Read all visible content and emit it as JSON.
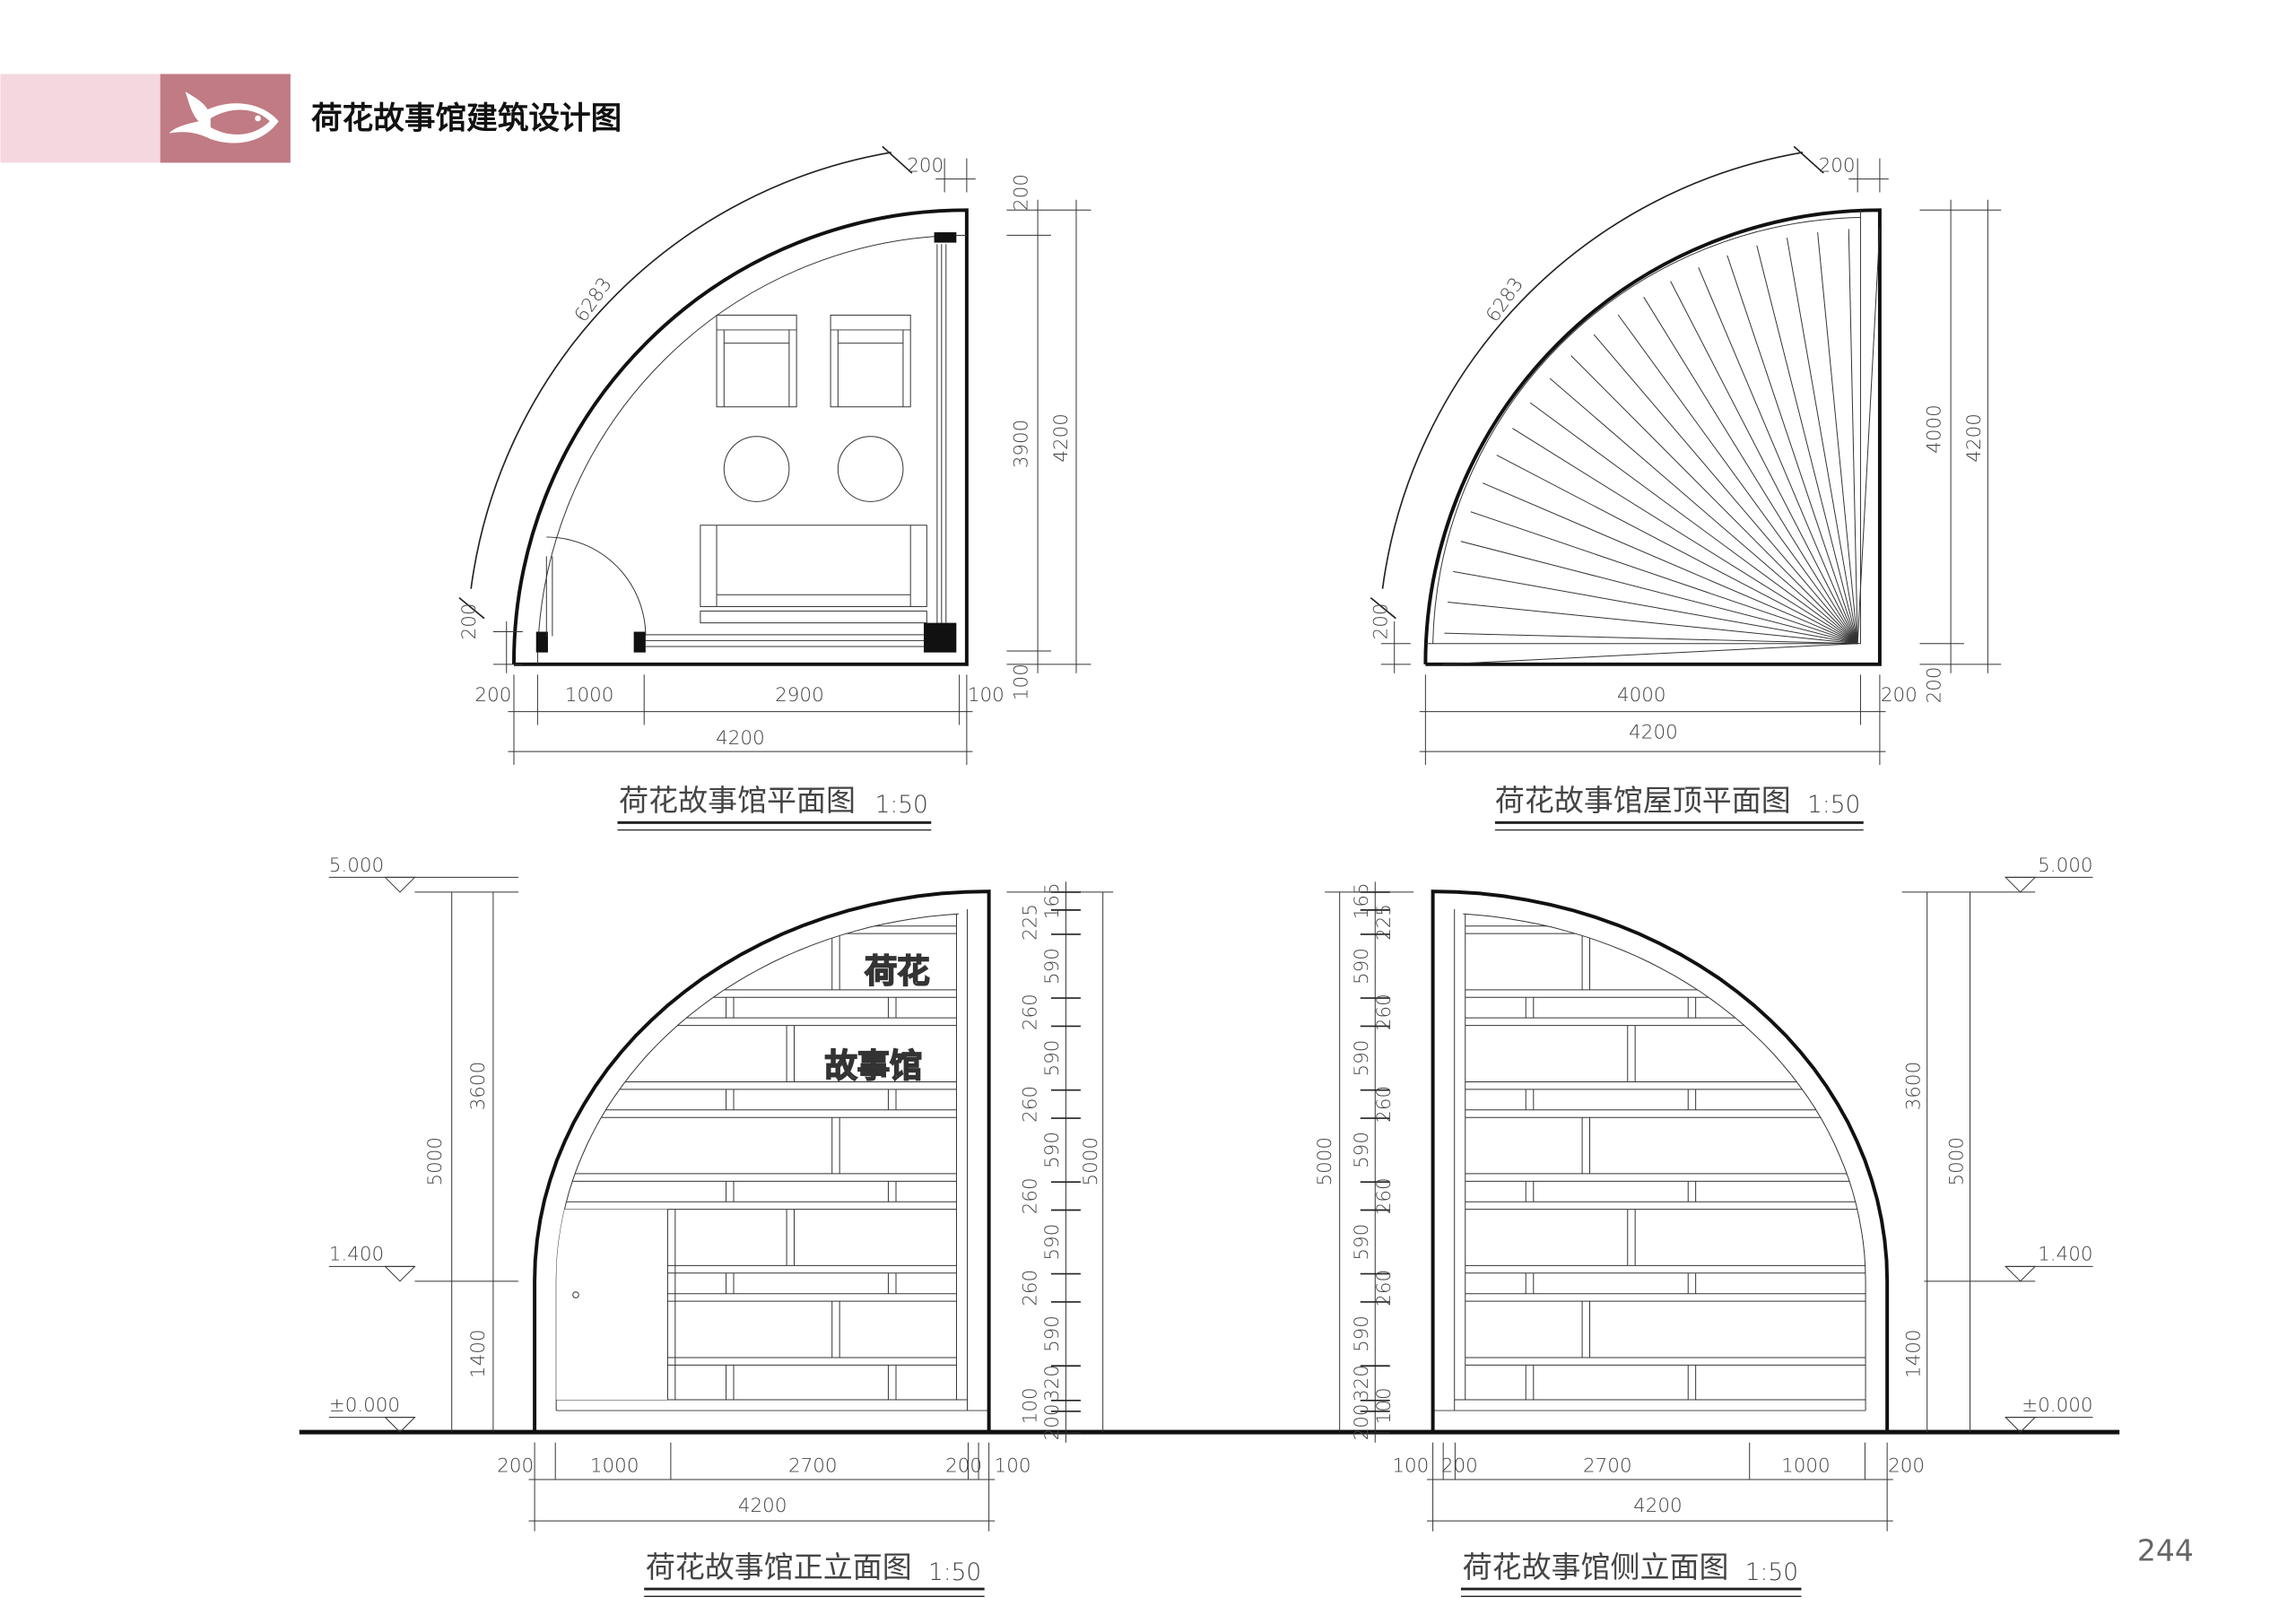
{
  "header": {
    "title": "荷花故事馆建筑设计图",
    "logo": "fish-logo",
    "band_color": "#f4d7df",
    "logo_color": "#c07b84"
  },
  "page_number": "244",
  "plan": {
    "title": "荷花故事馆平面图",
    "scale": "1:50",
    "dims": [
      "6283",
      "200",
      "200",
      "3900",
      "4200",
      "100",
      "200",
      "200",
      "1000",
      "2900",
      "100",
      "4200"
    ]
  },
  "roof": {
    "title": "荷花故事馆屋顶平面图",
    "scale": "1:50",
    "dims": [
      "6283",
      "200",
      "4000",
      "4200",
      "200",
      "200",
      "4000",
      "200",
      "4200"
    ]
  },
  "front": {
    "title": "荷花故事馆正立面图",
    "scale": "1:50",
    "levels": [
      "5.000",
      "1.400",
      "±0.000"
    ],
    "left_dims": [
      "5000",
      "3600",
      "1400"
    ],
    "chain": [
      "165",
      "225",
      "590",
      "260",
      "590",
      "260",
      "590",
      "260",
      "590",
      "260",
      "590",
      "320",
      "100",
      "200"
    ],
    "chain_total": "5000",
    "bottom_dims": [
      "200",
      "1000",
      "2700",
      "200",
      "100",
      "4200"
    ],
    "sign": [
      "荷花",
      "故事馆"
    ]
  },
  "side": {
    "title": "荷花故事馆侧立面图",
    "scale": "1:50",
    "levels": [
      "5.000",
      "1.400",
      "±0.000"
    ],
    "right_dims": [
      "3600",
      "5000",
      "1400"
    ],
    "chain": [
      "165",
      "225",
      "590",
      "260",
      "590",
      "260",
      "590",
      "260",
      "590",
      "260",
      "590",
      "320",
      "100",
      "200"
    ],
    "chain_total": "5000",
    "bottom_dims": [
      "100",
      "200",
      "2700",
      "1000",
      "200",
      "4200"
    ]
  }
}
